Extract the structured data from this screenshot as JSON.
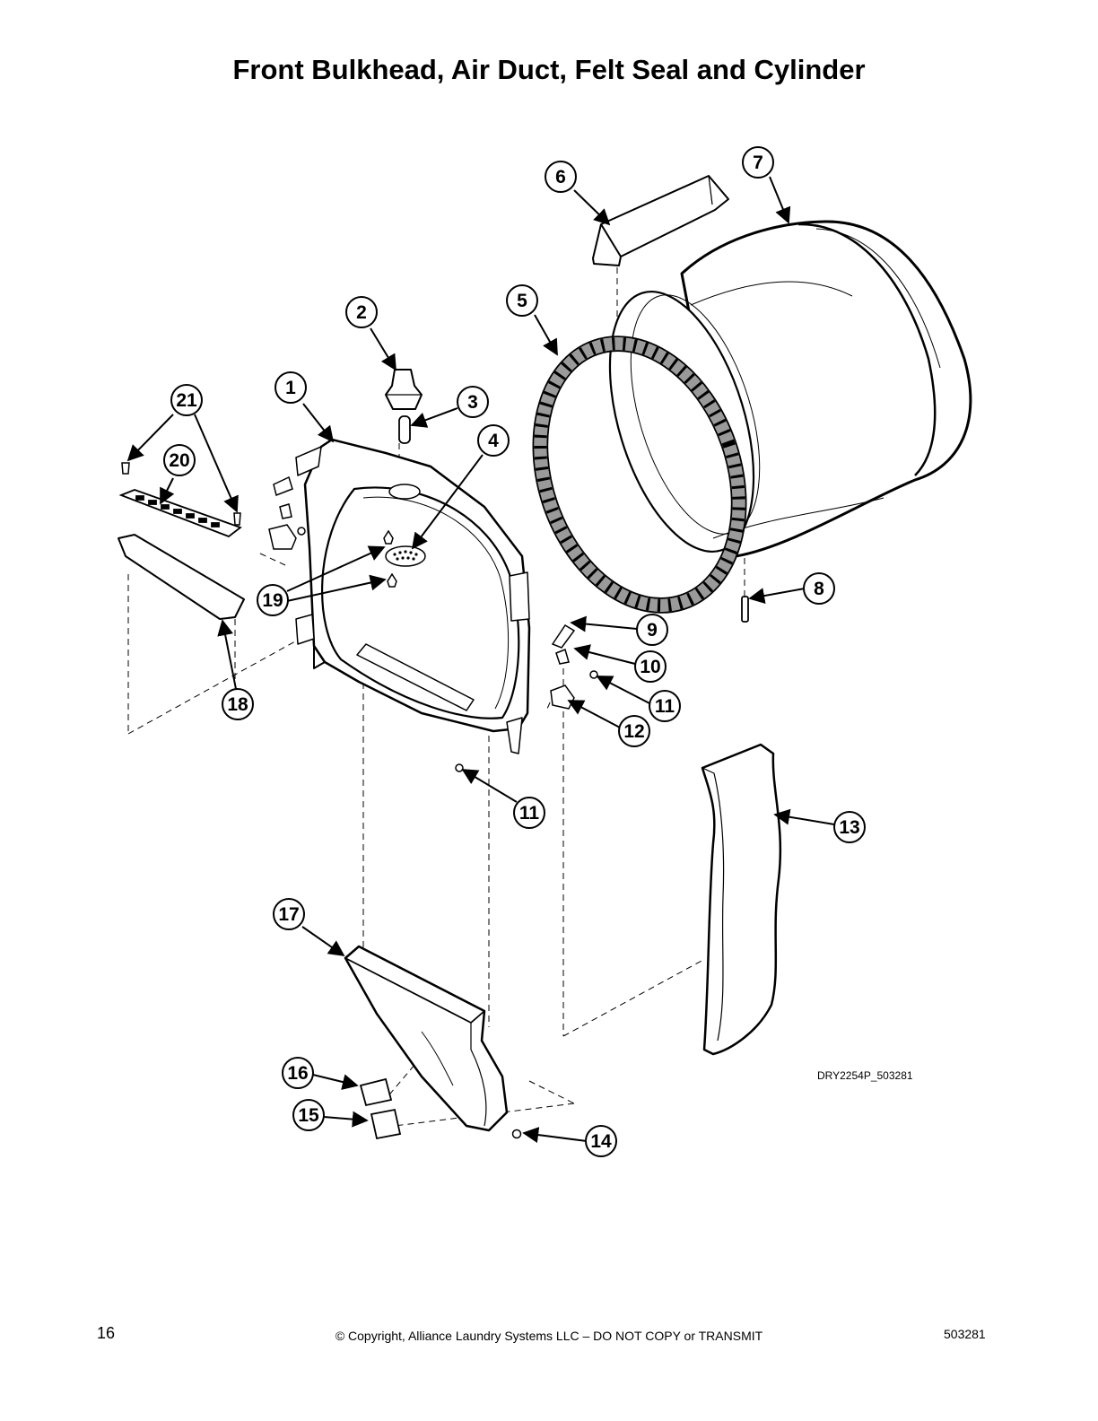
{
  "page": {
    "title": "Front Bulkhead, Air Duct, Felt Seal and Cylinder",
    "diagram_code": "DRY2254P_503281",
    "page_number": "16",
    "copyright": "© Copyright, Alliance Laundry Systems LLC – DO NOT COPY or TRANSMIT",
    "document_number": "503281"
  },
  "callouts": [
    {
      "label": "1"
    },
    {
      "label": "2"
    },
    {
      "label": "3"
    },
    {
      "label": "4"
    },
    {
      "label": "5"
    },
    {
      "label": "6"
    },
    {
      "label": "7"
    },
    {
      "label": "8"
    },
    {
      "label": "9"
    },
    {
      "label": "10"
    },
    {
      "label": "11"
    },
    {
      "label": "11"
    },
    {
      "label": "12"
    },
    {
      "label": "13"
    },
    {
      "label": "14"
    },
    {
      "label": "15"
    },
    {
      "label": "16"
    },
    {
      "label": "17"
    },
    {
      "label": "18"
    },
    {
      "label": "19"
    },
    {
      "label": "20"
    },
    {
      "label": "21"
    }
  ]
}
